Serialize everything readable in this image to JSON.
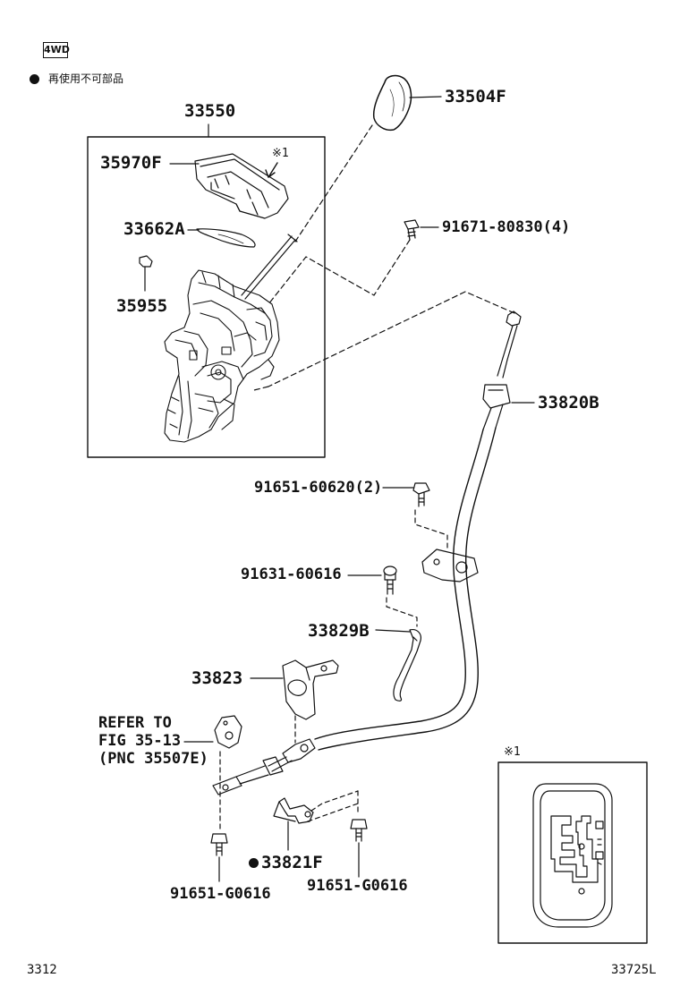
{
  "header": {
    "badge": "4WD",
    "note": "再使用不可部品",
    "note_symbol": "●"
  },
  "callouts": {
    "assembly": "33550",
    "knob": "33504F",
    "indicator": "35970F",
    "mark1": "※1",
    "shift_plate": "33662A",
    "clip": "35955",
    "bolt_a": "91671-80830(4)",
    "cable": "33820B",
    "bolt_b": "91651-60620(2)",
    "bolt_c": "91631-60616",
    "clip_b": "33829B",
    "bracket": "33823",
    "refer_line1": "REFER TO",
    "refer_line2": "FIG 35-13",
    "refer_line3": "(PNC 35507E)",
    "retainer": "33821F",
    "bolt_d": "91651-G0616",
    "bolt_e": "91651-G0616",
    "inset_mark": "※1",
    "retainer_symbol": "●"
  },
  "footer": {
    "left": "3312",
    "right": "33725L"
  }
}
